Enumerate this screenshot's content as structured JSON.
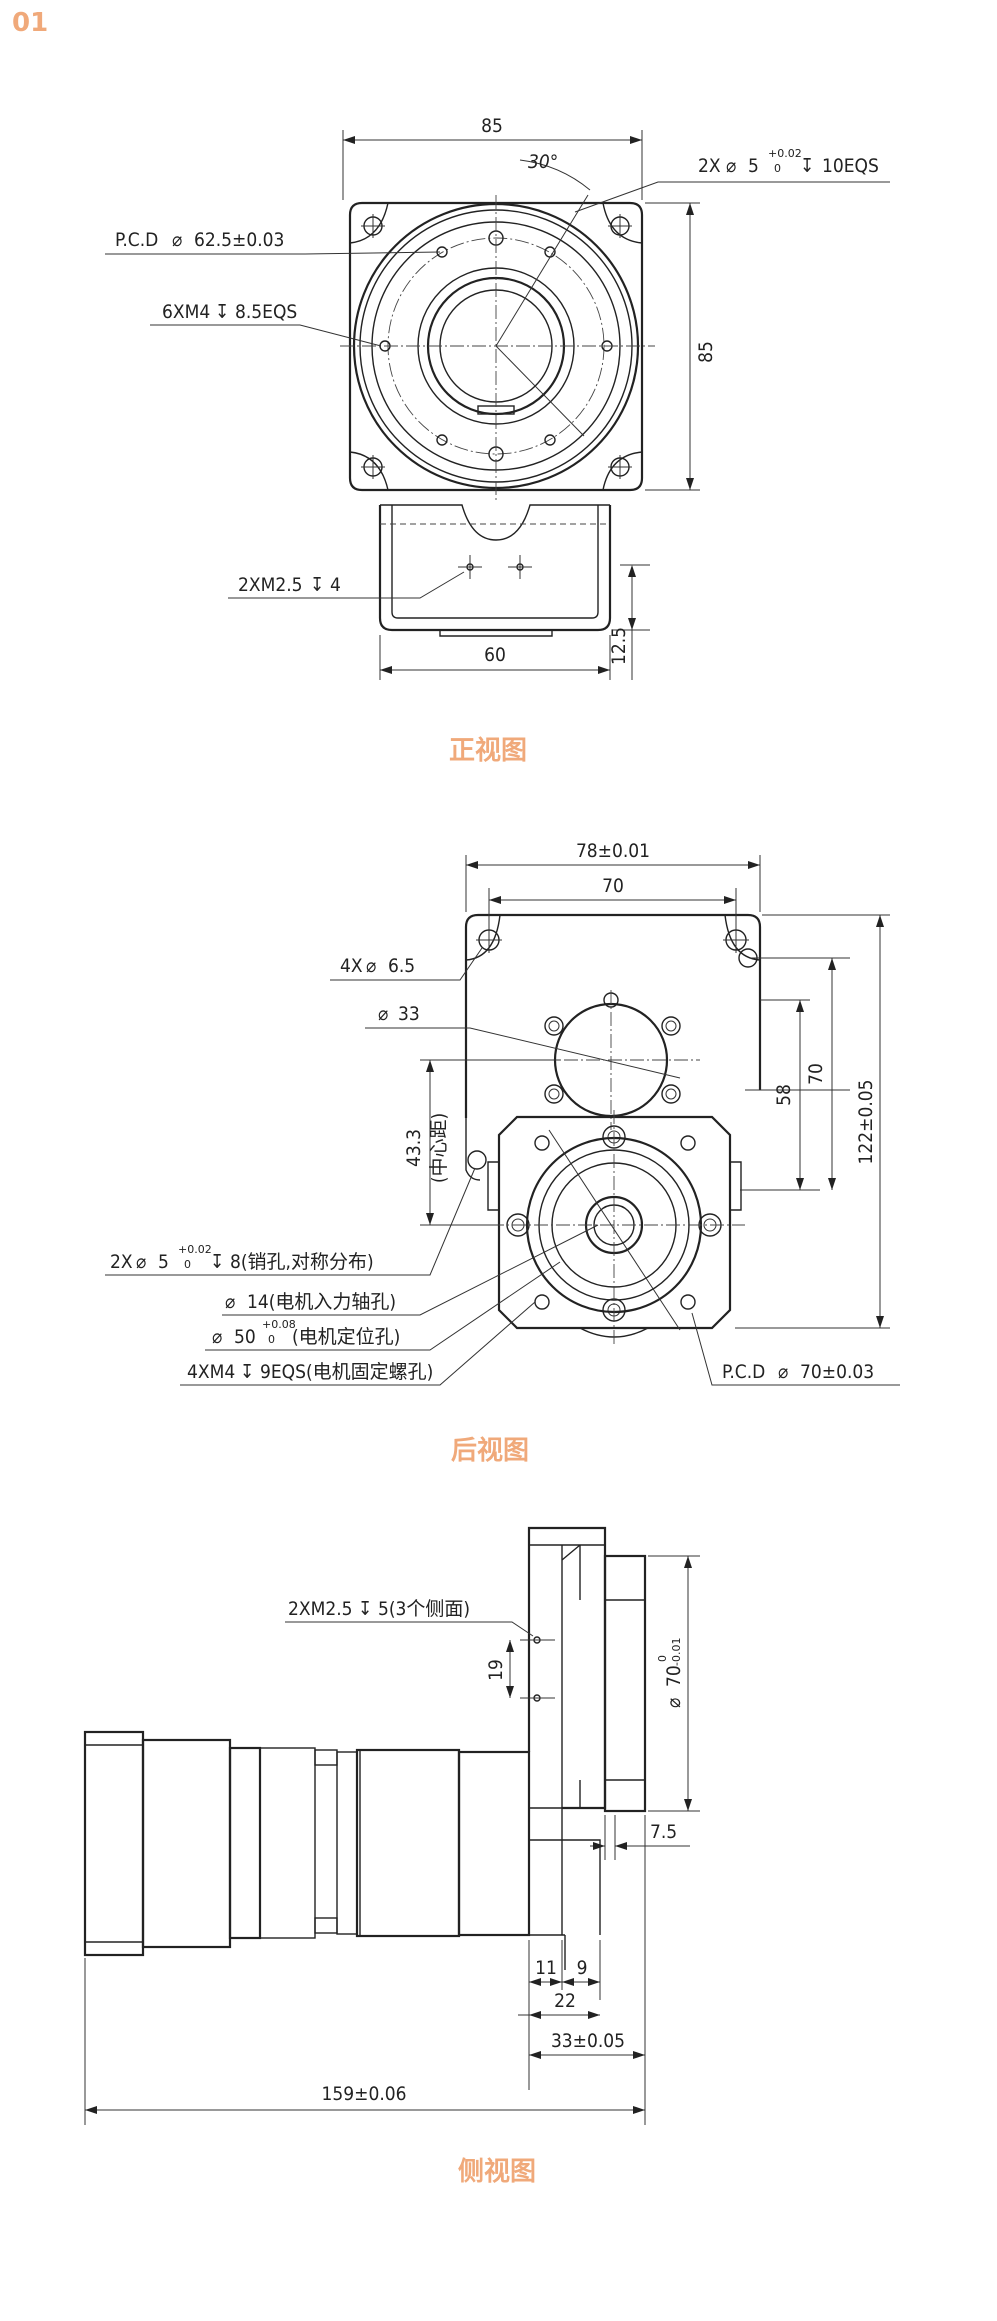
{
  "page_number": "01",
  "views": {
    "front": {
      "caption": "正视图",
      "dims": {
        "width": "85",
        "height": "85",
        "angle": "30°",
        "pin_hole_pre": "2X",
        "pin_hole_mid": "5",
        "pin_hole_tol_up": "+0.02",
        "pin_hole_tol_dn": "0",
        "pin_hole_post": "10EQS",
        "pcd_pre": "P.C.D",
        "pcd_val": "62.5±0.03",
        "tap_holes": "6XM4",
        "tap_depth": "8.5EQS",
        "side_tap": "2XM2.5",
        "side_tap_depth": "4",
        "base_width": "60",
        "base_height": "12.5"
      }
    },
    "rear": {
      "caption": "后视图",
      "dims": {
        "width_outer": "78±0.01",
        "width_inner": "70",
        "mount_holes_pre": "4X",
        "mount_holes_val": "6.5",
        "boss_dia": "33",
        "center_dist": "43.3",
        "center_dist_label": "(中心距)",
        "h58": "58",
        "h70": "70",
        "h122": "122±0.05",
        "pin_pre": "2X",
        "pin_mid": "5",
        "pin_tol_up": "+0.02",
        "pin_tol_dn": "0",
        "pin_post": "8(销孔,对称分布)",
        "shaft_hole": "14(电机入力轴孔)",
        "pilot_mid": "50",
        "pilot_tol_up": "+0.08",
        "pilot_tol_dn": "0",
        "pilot_post": "(电机定位孔)",
        "motor_screws": "4XM4",
        "motor_screws_post": "9EQS(电机固定螺孔)",
        "pcd_pre": "P.C.D",
        "pcd_val": "70±0.03"
      }
    },
    "side": {
      "caption": "侧视图",
      "dims": {
        "side_tap": "2XM2.5",
        "side_tap_post": "5(3个侧面)",
        "spacing": "19",
        "dia_mid": "70",
        "dia_tol_up": "0",
        "dia_tol_dn": "-0.01",
        "d7_5": "7.5",
        "d11": "11",
        "d9": "9",
        "d22": "22",
        "d33": "33±0.05",
        "total": "159±0.06"
      }
    }
  }
}
